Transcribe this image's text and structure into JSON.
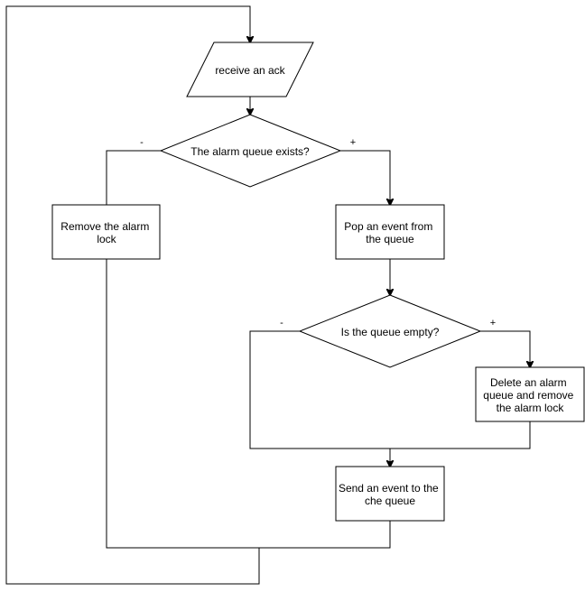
{
  "diagram": {
    "nodes": {
      "receive_ack": {
        "kind": "input-output",
        "lines": [
          "receive an ack"
        ]
      },
      "alarm_queue_exists": {
        "kind": "decision",
        "lines": [
          "The alarm queue exists?"
        ]
      },
      "remove_alarm_lock": {
        "kind": "process",
        "lines": [
          "Remove the alarm",
          "lock"
        ]
      },
      "pop_event": {
        "kind": "process",
        "lines": [
          "Pop an event from",
          "the queue"
        ]
      },
      "queue_empty": {
        "kind": "decision",
        "lines": [
          "Is the queue empty?"
        ]
      },
      "delete_alarm_queue": {
        "kind": "process",
        "lines": [
          "Delete an alarm",
          "queue and remove",
          "the alarm lock"
        ]
      },
      "send_event": {
        "kind": "process",
        "lines": [
          "Send an event to the",
          "che queue"
        ]
      }
    },
    "branch_labels": {
      "alarm_queue_exists_no": "-",
      "alarm_queue_exists_yes": "+",
      "queue_empty_no": "-",
      "queue_empty_yes": "+"
    }
  }
}
